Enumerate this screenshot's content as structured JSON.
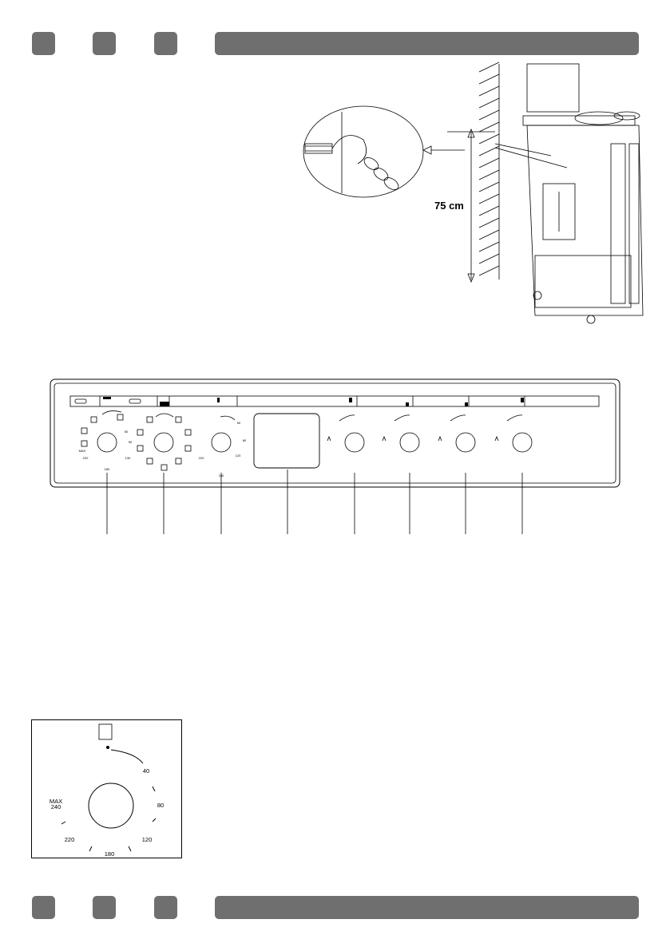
{
  "header": {
    "squares": 3
  },
  "footer": {
    "squares": 3
  },
  "installation": {
    "height_label": "75 cm"
  },
  "control_panel": {
    "knob1": {
      "ticks": [
        "MAX",
        "220",
        "180",
        "130",
        "90",
        "50"
      ]
    },
    "knob3": {
      "ticks": [
        "50",
        "80",
        "120",
        "180",
        "220"
      ]
    }
  },
  "thermostat_detail": {
    "ticks": [
      "40",
      "80",
      "120",
      "180",
      "220",
      "MAX",
      "240"
    ]
  }
}
